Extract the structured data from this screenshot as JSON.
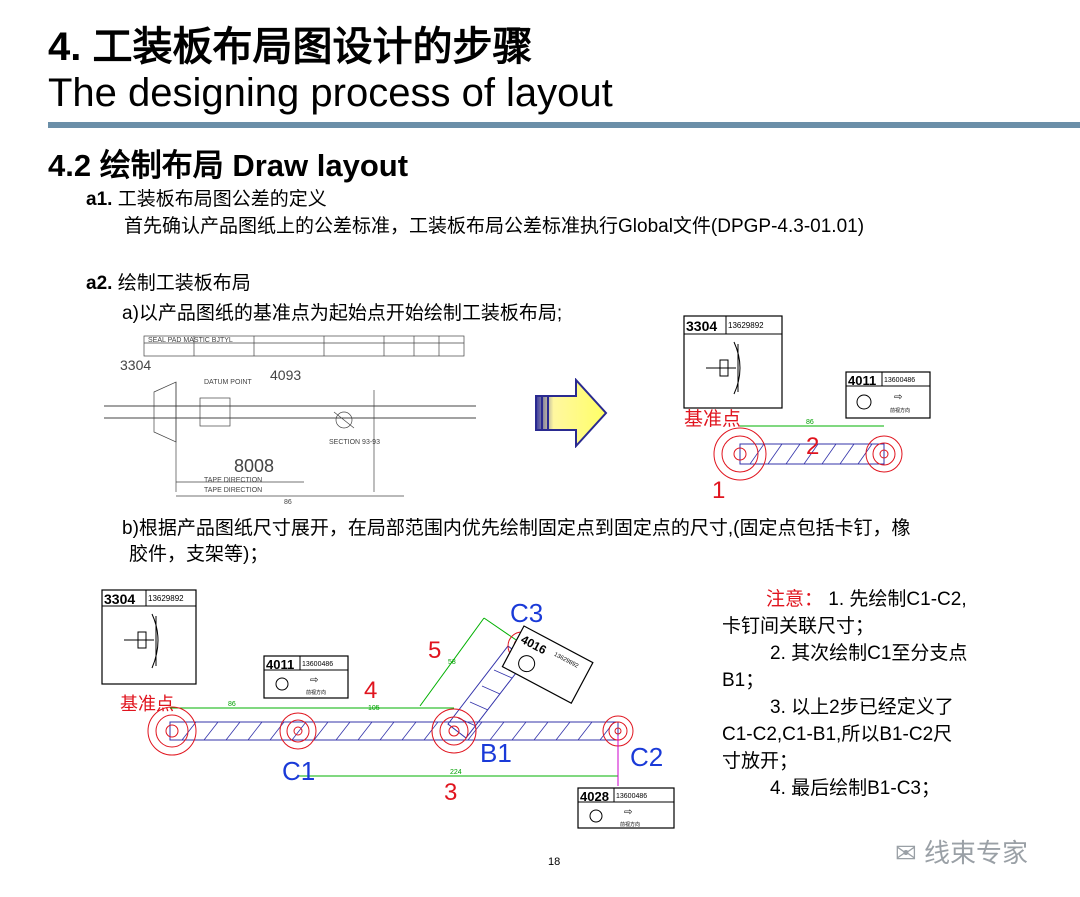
{
  "header": {
    "title_cn": "4. 工装板布局图设计的步骤",
    "title_en": "The designing process of layout",
    "accent_color": "#6b8fa8"
  },
  "section": {
    "title": "4.2  绘制布局 Draw layout"
  },
  "a1": {
    "label": "a1.",
    "title": "工装板布局图公差的定义",
    "body": "首先确认产品图纸上的公差标准，工装板布局公差标准执行Global文件(DPGP-4.3-01.01)"
  },
  "a2": {
    "label": "a2.",
    "title": "绘制工装板布局",
    "step_a": "a)以产品图纸的基准点为起始点开始绘制工装板布局;",
    "step_b_line1": "b)根据产品图纸尺寸展开，在局部范围内优先绘制固定点到固定点的尺寸,(固定点包括卡钉，橡",
    "step_b_line2": "胶件，支架等)；"
  },
  "drawing_top": {
    "label_3304": "3304",
    "part_3304": "13629892",
    "label_4011": "4011",
    "part_4011": "13600486",
    "datum": "基准点",
    "dim": "86",
    "num1": "1",
    "num2": "2",
    "arrow_direction": "前视方向"
  },
  "drawing_bottom": {
    "label_3304": "3304",
    "part_3304": "13629892",
    "label_4011": "4011",
    "part_4011": "13600486",
    "label_4016": "4016",
    "part_4016": "13629892",
    "label_4028": "4028",
    "part_4028": "13600486",
    "datum": "基准点",
    "dim_86": "86",
    "dim_105": "105",
    "dim_224": "224",
    "dim_58": "58",
    "num3": "3",
    "num4": "4",
    "num5": "5",
    "c1": "C1",
    "c2": "C2",
    "c3": "C3",
    "b1": "B1",
    "arrow_direction": "前视方向"
  },
  "product_drawing": {
    "label_3304": "3304",
    "label_4093": "4093",
    "label_8008": "8008",
    "datum_point": "DATUM POINT",
    "tape_direction": "TAPE DIRECTION",
    "section": "SECTION 93-93",
    "seal_pad": "SEAL PAD MASTIC BJTYL",
    "dim_86": "86"
  },
  "note": {
    "prefix": "注意：",
    "item1_a": "1. 先绘制C1-C2,",
    "item1_b": "卡钉间关联尺寸；",
    "item2_a": "2. 其次绘制C1至分支点",
    "item2_b": "B1；",
    "item3_a": "3. 以上2步已经定义了",
    "item3_b": "C1-C2,C1-B1,所以B1-C2尺",
    "item3_c": "寸放开；",
    "item4": "4. 最后绘制B1-C3；"
  },
  "footer": {
    "page": "18",
    "watermark": "线束专家"
  }
}
